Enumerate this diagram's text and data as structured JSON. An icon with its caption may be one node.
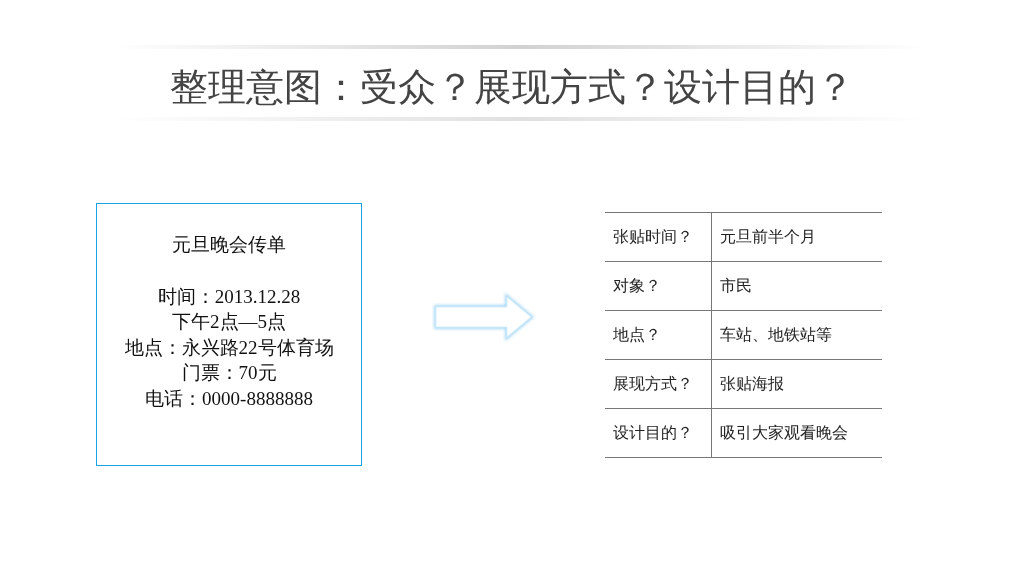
{
  "diagram": {
    "title": "整理意图：受众？展现方式？设计目的？",
    "nodes": [
      {
        "text": [
          "元旦晚会传单",
          "时间：2013.12.28",
          "下午2点—5点",
          "地点：永兴路22号体育场",
          "门票：70元",
          "电话：0000-8888888"
        ]
      },
      {
        "text": [],
        "shape": "box"
      }
    ],
    "edges": [
      {
        "from": 0,
        "to": 1,
        "arrow": "to"
      }
    ],
    "labels": [
      "张贴时间？",
      "元旦前半个月",
      "对象？",
      "市民",
      "地点？",
      "车站、地铁站等",
      "展现方式？",
      "张贴海报",
      "设计目的？",
      "吸引大家观看晚会"
    ]
  }
}
